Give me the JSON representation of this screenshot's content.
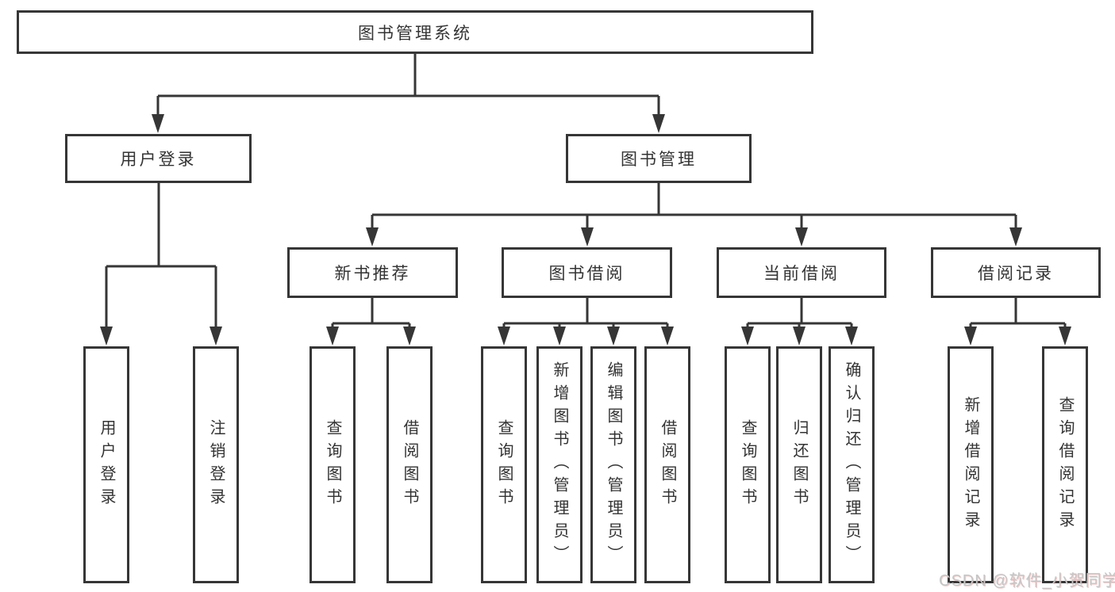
{
  "diagram": {
    "root": {
      "label": "图书管理系统"
    },
    "level1": [
      {
        "label": "用户登录"
      },
      {
        "label": "图书管理"
      }
    ],
    "level2": [
      {
        "label": "新书推荐"
      },
      {
        "label": "图书借阅"
      },
      {
        "label": "当前借阅"
      },
      {
        "label": "借阅记录"
      }
    ],
    "leaves": [
      {
        "label": "用户登录"
      },
      {
        "label": "注销登录"
      },
      {
        "label": "查询图书"
      },
      {
        "label": "借阅图书"
      },
      {
        "label": "查询图书"
      },
      {
        "label": "新增图书（管理员）"
      },
      {
        "label": "编辑图书（管理员）"
      },
      {
        "label": "借阅图书"
      },
      {
        "label": "查询图书"
      },
      {
        "label": "归还图书"
      },
      {
        "label": "确认归还（管理员）"
      },
      {
        "label": "新增借阅记录"
      },
      {
        "label": "查询借阅记录"
      }
    ]
  },
  "watermark": {
    "text": "CSDN @软件_小贺同学"
  },
  "colors": {
    "line": "#363636",
    "text": "#333333",
    "watermark": "#c6c6c6",
    "background": "#ffffff"
  }
}
